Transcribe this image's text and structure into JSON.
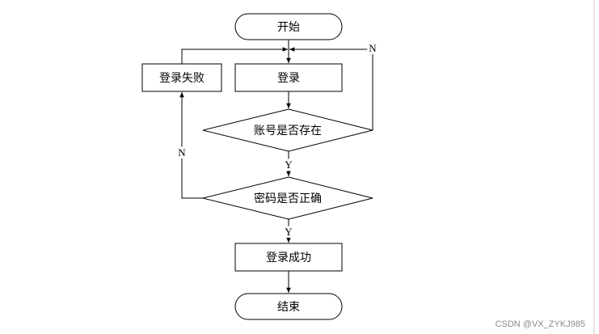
{
  "nodes": {
    "start": "开始",
    "login": "登录",
    "login_failed": "登录失败",
    "account_exists": "账号是否存在",
    "password_correct": "密码是否正确",
    "login_success": "登录成功",
    "end": "结束"
  },
  "edges": {
    "account_no": "N",
    "account_yes": "Y",
    "password_no": "N",
    "password_yes": "Y"
  },
  "watermark": "CSDN @VX_ZYKJ985"
}
